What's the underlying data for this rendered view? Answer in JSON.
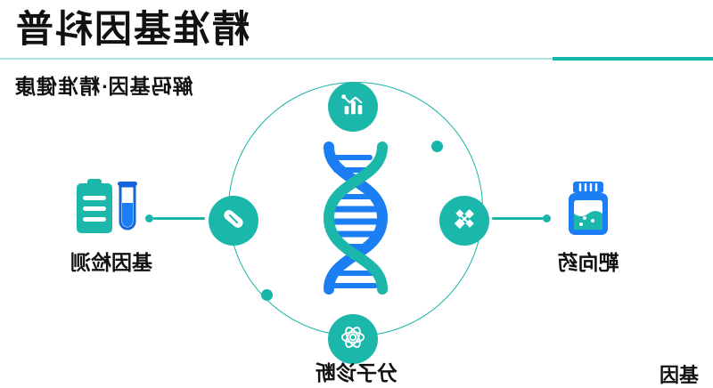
{
  "header": {
    "title": "精准基因科普",
    "subtitle": "解码基因·精准健康",
    "rule_color": "#14b8ab",
    "rule_light_color": "#8fd8d0"
  },
  "theme": {
    "teal": "#1bb7ab",
    "teal_dark": "#14b8ab",
    "blue": "#1c7ef3",
    "blue_dark": "#1565d8",
    "text": "#111111",
    "background": "#ffffff"
  },
  "center": {
    "graphic": "dna-double-helix",
    "strand_teal": "#1bb7ab",
    "strand_blue": "#1c7ef3",
    "rung_color": "#1c7ef3"
  },
  "ring": {
    "stroke": "#19b5a8",
    "dots": 2
  },
  "nodes": [
    {
      "id": "top",
      "icon": "bar-chart-icon",
      "position": "top"
    },
    {
      "id": "left",
      "icon": "molecule-network-icon",
      "position": "left"
    },
    {
      "id": "right",
      "icon": "pill-capsule-icon",
      "position": "right"
    },
    {
      "id": "bottom",
      "icon": "atom-icon",
      "position": "bottom"
    }
  ],
  "captions": {
    "left": "靶向药",
    "right": "基因检测",
    "bottom": "分子诊断"
  },
  "illustrations": {
    "left": {
      "icon": "medicine-bottle-icon",
      "bottle_color": "#1c7ef3",
      "fill_color": "#1bb7ab"
    },
    "right": {
      "icon": "test-tube-report-icon",
      "tube_color": "#1c7ef3",
      "report_color": "#1bb7ab"
    }
  },
  "corner_note": "基因"
}
